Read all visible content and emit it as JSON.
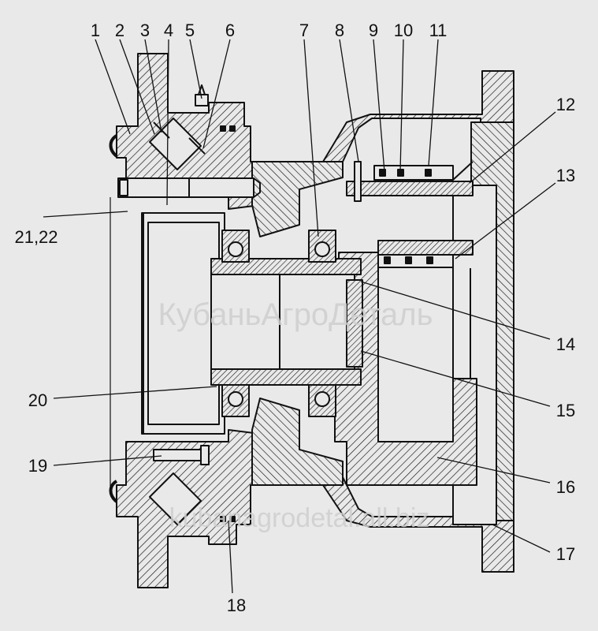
{
  "callouts": {
    "c1": "1",
    "c2": "2",
    "c3": "3",
    "c4": "4",
    "c5": "5",
    "c6": "6",
    "c7": "7",
    "c8": "8",
    "c9": "9",
    "c10": "10",
    "c11": "11",
    "c12": "12",
    "c13": "13",
    "c14": "14",
    "c15": "15",
    "c16": "16",
    "c17": "17",
    "c18": "18",
    "c19": "19",
    "c20": "20",
    "c21_22": "21,22"
  },
  "watermarks": {
    "top": "КубаньАгроДеталь",
    "bottom": "kubanagrodetal.all.biz"
  },
  "colors": {
    "background": "#e9e9e9",
    "line": "#111111",
    "hatch": "#111111"
  }
}
